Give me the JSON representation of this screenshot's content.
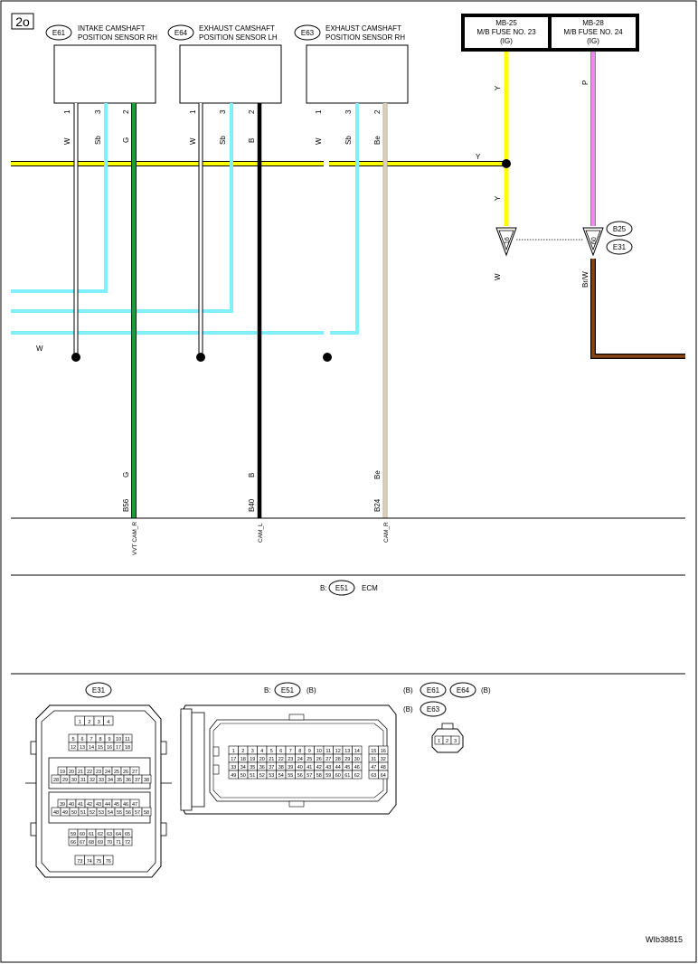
{
  "page_id": "2o",
  "figure_code": "WIb38815",
  "sensors": [
    {
      "conn": "E61",
      "name_line1": "INTAKE CAMSHAFT",
      "name_line2": "POSITION SENSOR RH",
      "pins": [
        "1",
        "3",
        "2"
      ],
      "wire_colors": [
        "W",
        "Sb",
        "G"
      ]
    },
    {
      "conn": "E64",
      "name_line1": "EXHAUST CAMSHAFT",
      "name_line2": "POSITION SENSOR LH",
      "pins": [
        "1",
        "3",
        "2"
      ],
      "wire_colors": [
        "W",
        "Sb",
        "B"
      ]
    },
    {
      "conn": "E63",
      "name_line1": "EXHAUST CAMSHAFT",
      "name_line2": "POSITION SENSOR RH",
      "pins": [
        "1",
        "3",
        "2"
      ],
      "wire_colors": [
        "W",
        "Sb",
        "Be"
      ]
    }
  ],
  "fuses": [
    {
      "name": "MB-25",
      "line2": "M/B FUSE NO. 23",
      "line3": "(IG)",
      "wire": "Y"
    },
    {
      "name": "MB-28",
      "line2": "M/B FUSE NO. 24",
      "line3": "(IG)",
      "wire": "P"
    }
  ],
  "wires": {
    "y_bus": "Y",
    "y_down": "Y",
    "w_left": "W",
    "w_after": "W",
    "brw": "Br/W",
    "pin16": "16",
    "pin60": "60"
  },
  "ecm_pins": [
    {
      "color": "G",
      "pin": "B56",
      "signal": "VVT CAM_R"
    },
    {
      "color": "B",
      "pin": "B40",
      "signal": "CAM_L"
    },
    {
      "color": "Be",
      "pin": "B24",
      "signal": "CAM_R"
    }
  ],
  "ecm_label": {
    "prefix": "B:",
    "conn": "E51",
    "name": "ECM"
  },
  "side_conns": [
    "B25",
    "E31"
  ],
  "connector_views": {
    "e31_label": "E31",
    "e31_rows": [
      [
        "1",
        "2",
        "3",
        "4"
      ],
      [
        "5",
        "6",
        "7",
        "8",
        "9",
        "10",
        "11"
      ],
      [
        "12",
        "13",
        "14",
        "15",
        "16",
        "17",
        "18"
      ],
      [
        "19",
        "20",
        "21",
        "22",
        "23",
        "24",
        "25",
        "26",
        "27"
      ],
      [
        "28",
        "29",
        "30",
        "31",
        "32",
        "33",
        "34",
        "35",
        "36",
        "37",
        "38"
      ],
      [
        "39",
        "40",
        "41",
        "42",
        "43",
        "44",
        "45",
        "46",
        "47"
      ],
      [
        "48",
        "49",
        "50",
        "51",
        "52",
        "53",
        "54",
        "55",
        "56",
        "57",
        "58"
      ],
      [
        "59",
        "60",
        "61",
        "62",
        "63",
        "64",
        "65"
      ],
      [
        "66",
        "67",
        "68",
        "69",
        "70",
        "71",
        "72"
      ],
      [
        "73",
        "74",
        "75",
        "76"
      ]
    ],
    "e51_prefix": "B:",
    "e51_label": "E51",
    "e51_suffix": "(B)",
    "e51_rows": [
      [
        "1",
        "2",
        "3",
        "4",
        "5",
        "6",
        "7",
        "8",
        "9",
        "10",
        "11",
        "12",
        "13",
        "14",
        "",
        "15",
        "16"
      ],
      [
        "17",
        "18",
        "19",
        "20",
        "21",
        "22",
        "23",
        "24",
        "25",
        "26",
        "27",
        "28",
        "29",
        "30",
        "",
        "31",
        "32"
      ],
      [
        "33",
        "34",
        "35",
        "36",
        "37",
        "38",
        "39",
        "40",
        "41",
        "42",
        "43",
        "44",
        "45",
        "46",
        "",
        "47",
        "48"
      ],
      [
        "49",
        "50",
        "51",
        "52",
        "53",
        "54",
        "55",
        "56",
        "57",
        "58",
        "59",
        "60",
        "61",
        "62",
        "",
        "63",
        "64"
      ]
    ],
    "small_prefix1": "(B)",
    "small_conn1": "E61",
    "small_conn2": "E64",
    "small_suffix1": "(B)",
    "small_prefix2": "(B)",
    "small_conn3": "E63",
    "small_pins": [
      "1",
      "2",
      "3"
    ]
  }
}
